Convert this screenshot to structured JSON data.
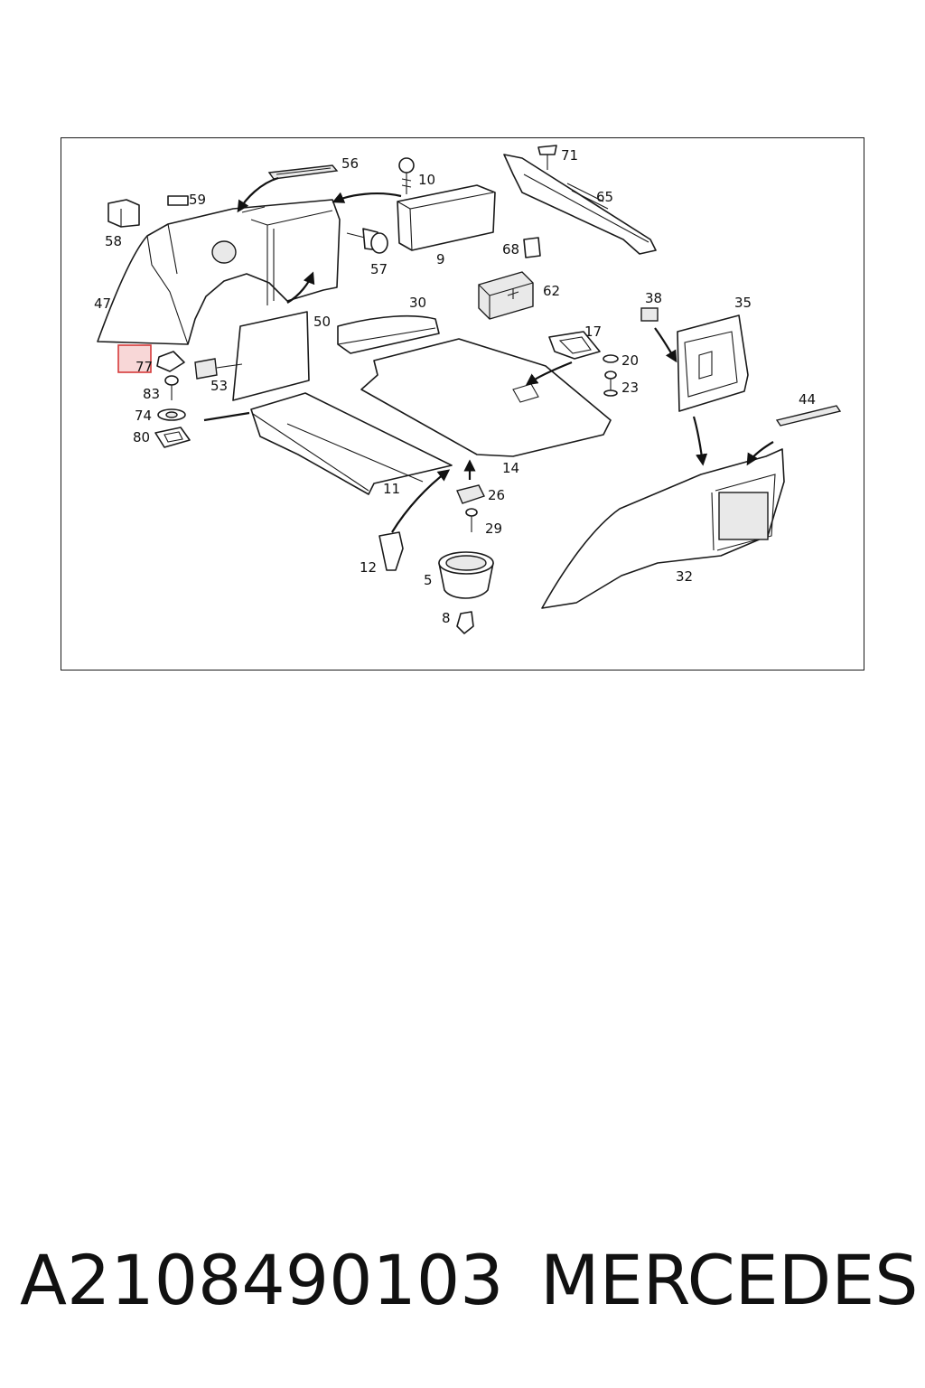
{
  "diagram": {
    "callouts": [
      "56",
      "10",
      "71",
      "65",
      "59",
      "58",
      "9",
      "57",
      "68",
      "62",
      "47",
      "30",
      "50",
      "17",
      "38",
      "35",
      "77",
      "53",
      "20",
      "83",
      "23",
      "74",
      "44",
      "80",
      "14",
      "11",
      "26",
      "29",
      "12",
      "5",
      "32",
      "8"
    ],
    "highlighted_callout": "77",
    "highlight_color": "#d63a3a",
    "highlight_fill": "#f6c9c9"
  },
  "caption": {
    "part_number": "A2108490103",
    "brand": "MERCEDES"
  }
}
